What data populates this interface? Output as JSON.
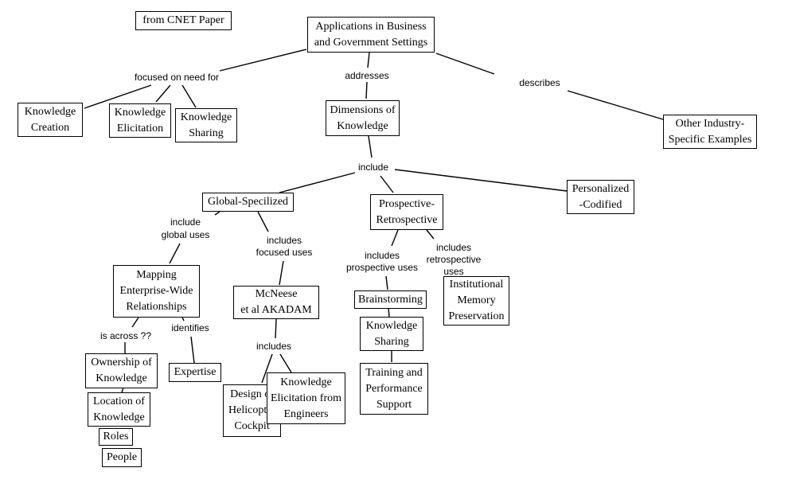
{
  "diagram": {
    "type": "concept-map",
    "background": "#ffffff",
    "line_color": "#000000",
    "concepts": [
      {
        "id": "cnet",
        "label": "from CNET Paper"
      },
      {
        "id": "apps",
        "label": "Applications in Business\nand Government Settings"
      },
      {
        "id": "kcreation",
        "label": "Knowledge\nCreation"
      },
      {
        "id": "kelicit",
        "label": "Knowledge\nElicitation"
      },
      {
        "id": "ksharing1",
        "label": "Knowledge\nSharing"
      },
      {
        "id": "dims",
        "label": "Dimensions of\nKnowledge"
      },
      {
        "id": "other",
        "label": "Other Industry-\nSpecific Examples"
      },
      {
        "id": "global",
        "label": "Global-Specilized"
      },
      {
        "id": "prosp",
        "label": "Prospective-\nRetrospective"
      },
      {
        "id": "pers",
        "label": "Personalized\n-Codified"
      },
      {
        "id": "mapping",
        "label": "Mapping\nEnterprise-Wide\nRelationships"
      },
      {
        "id": "mcneese",
        "label": "McNeese\net al AKADAM"
      },
      {
        "id": "brain",
        "label": "Brainstorming"
      },
      {
        "id": "ksharing2",
        "label": "Knowledge\nSharing"
      },
      {
        "id": "training",
        "label": "Training and\nPerformance\nSupport"
      },
      {
        "id": "inst",
        "label": "Institutional\nMemory\nPreservation"
      },
      {
        "id": "ownership",
        "label": "Ownership of\nKnowledge"
      },
      {
        "id": "location",
        "label": "Location of\nKnowledge"
      },
      {
        "id": "roles",
        "label": "Roles"
      },
      {
        "id": "people",
        "label": "People"
      },
      {
        "id": "expertise",
        "label": "Expertise"
      },
      {
        "id": "design",
        "label": "Design of\nHelicopter\nCockpit"
      },
      {
        "id": "kelicit_eng",
        "label": "Knowledge\nElicitation from\nEngineers"
      }
    ],
    "link_labels": [
      {
        "id": "focused",
        "label": "focused on need for"
      },
      {
        "id": "addresses",
        "label": "addresses"
      },
      {
        "id": "describes",
        "label": "describes"
      },
      {
        "id": "include",
        "label": "include"
      },
      {
        "id": "incl_global",
        "label": "include\nglobal uses"
      },
      {
        "id": "incl_focused",
        "label": "includes\nfocused uses"
      },
      {
        "id": "incl_prosp",
        "label": "includes\nprospective uses"
      },
      {
        "id": "incl_retro",
        "label": "includes\nretrospective\nuses"
      },
      {
        "id": "across",
        "label": "is across ??"
      },
      {
        "id": "identifies",
        "label": "identifies"
      },
      {
        "id": "includes",
        "label": "includes"
      }
    ]
  }
}
